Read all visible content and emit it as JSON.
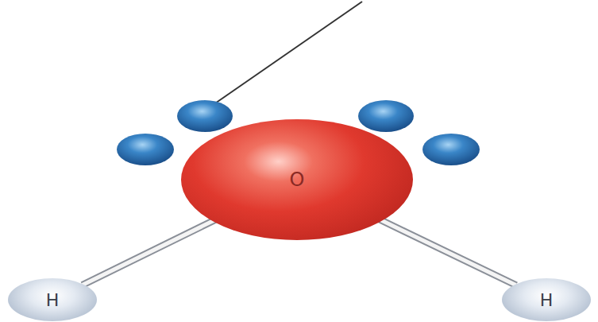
{
  "diagram": {
    "nodes": [
      {
        "text": [
          "O"
        ]
      },
      {
        "text": [
          "H"
        ]
      },
      {
        "text": [
          "H"
        ]
      }
    ],
    "edges": [
      {
        "from": 0,
        "to": 1,
        "arrow": "none"
      },
      {
        "from": 0,
        "to": 2,
        "arrow": "none"
      }
    ]
  }
}
